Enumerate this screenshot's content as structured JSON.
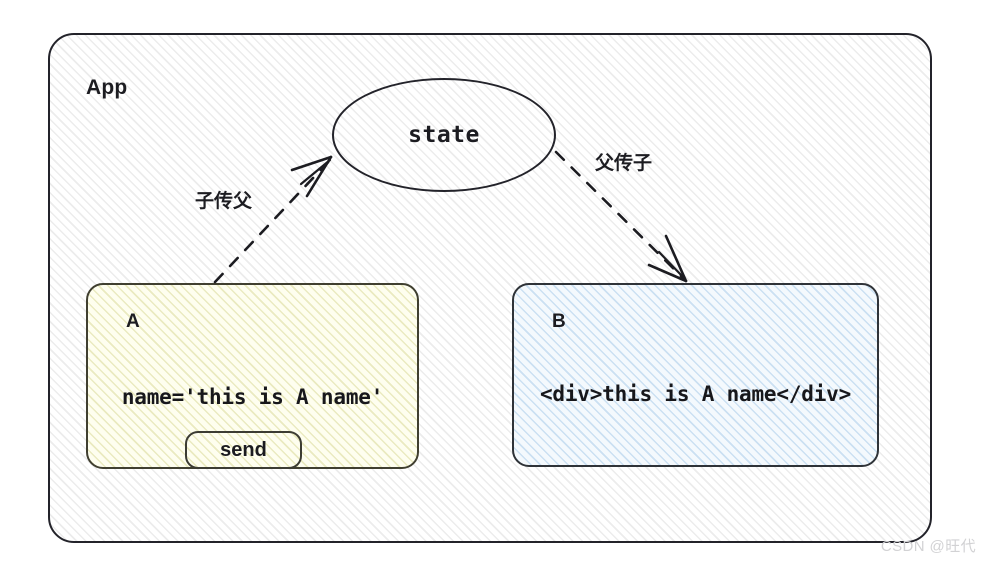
{
  "diagram": {
    "container": {
      "label": "App",
      "border_color": "#23232a"
    },
    "state_node": {
      "label": "state",
      "shape": "ellipse"
    },
    "nodes": [
      {
        "id": "A",
        "title": "A",
        "code": "name='this is A name'",
        "button_label": "send",
        "fill": "#fefee9"
      },
      {
        "id": "B",
        "title": "B",
        "code": "<div>this is A name</div>",
        "fill": "#eef5fc"
      }
    ],
    "edges": [
      {
        "id": "a-to-state",
        "label": "子传父",
        "from": "A",
        "to": "state",
        "style": "dashed",
        "arrowhead": "open"
      },
      {
        "id": "state-to-b",
        "label": "父传子",
        "from": "state",
        "to": "B",
        "style": "dashed",
        "arrowhead": "open"
      }
    ]
  },
  "watermark": {
    "text": "CSDN @旺代"
  }
}
